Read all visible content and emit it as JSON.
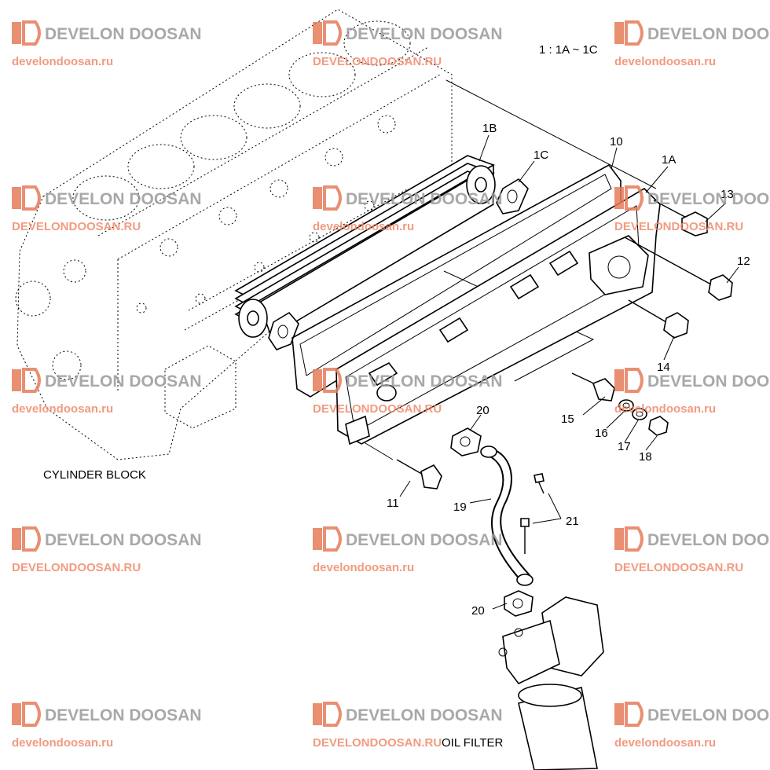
{
  "diagram": {
    "ratio_note": "1 : 1A ~ 1C",
    "assemblies": {
      "cylinder_block": "CYLINDER BLOCK",
      "oil_filter": "OIL FILTER"
    },
    "callouts": [
      "1A",
      "1B",
      "1C",
      "10",
      "11",
      "12",
      "13",
      "14",
      "15",
      "16",
      "17",
      "18",
      "19",
      "20",
      "20",
      "21"
    ]
  },
  "watermark": {
    "brand": "DEVELON DOOSAN",
    "url_lower": "develondoosan.ru",
    "url_upper": "DEVELONDOOSAN.RU",
    "logo_color": "#e67c5a",
    "brand_text_color": "#9a9a9a",
    "url_color": "#ef8a6a"
  }
}
